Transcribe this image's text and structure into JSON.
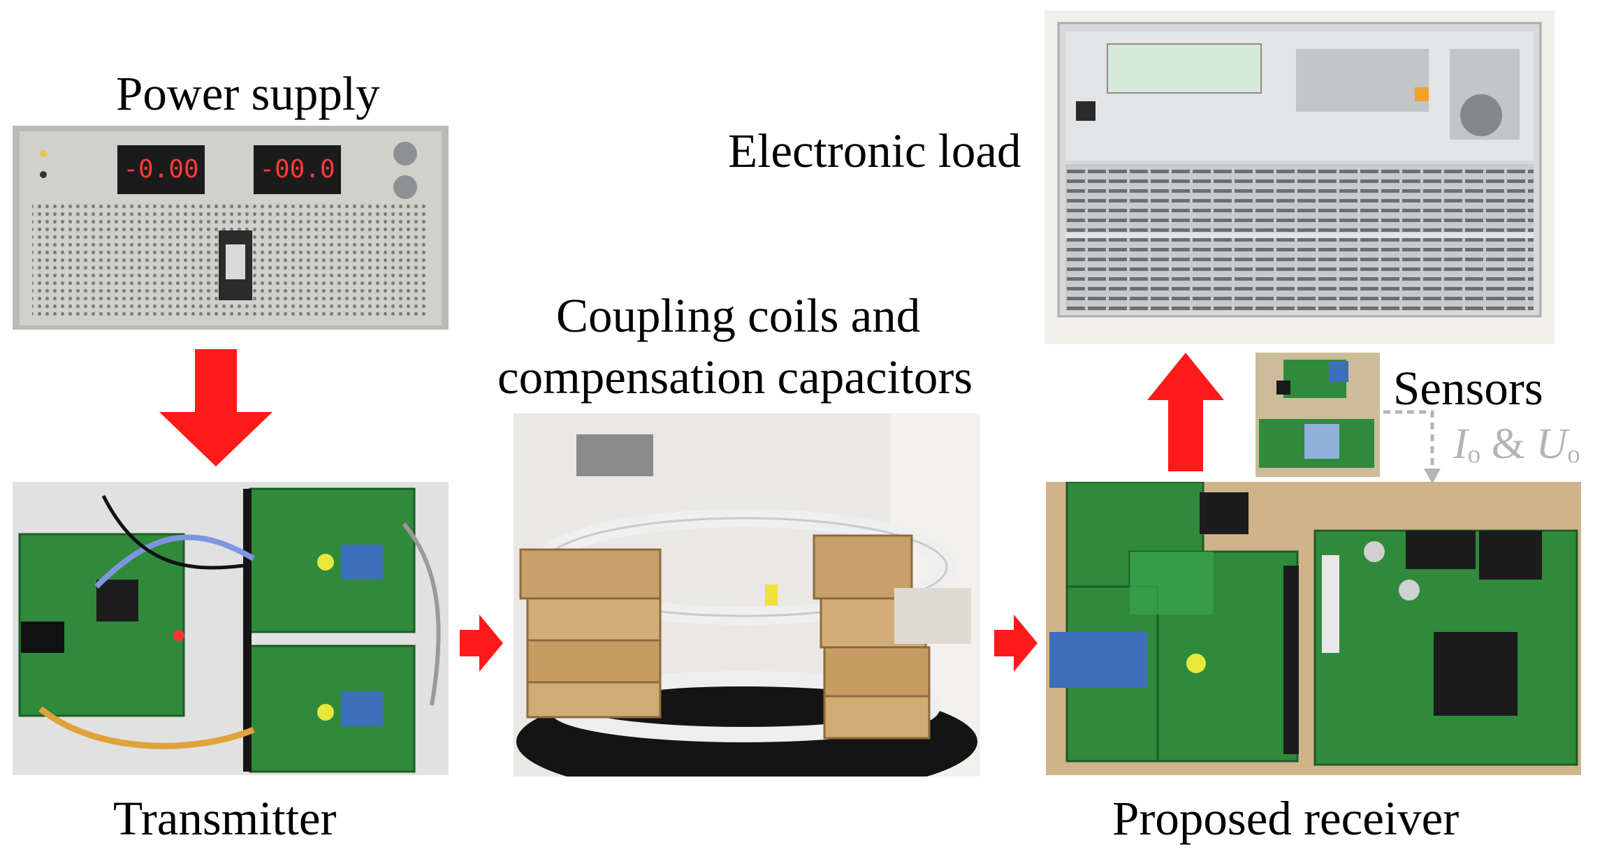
{
  "labels": {
    "power_supply": "Power supply",
    "transmitter": "Transmitter",
    "coupling_line1": "Coupling coils and",
    "coupling_line2": "compensation capacitors",
    "electronic_load": "Electronic load",
    "sensors": "Sensors",
    "receiver": "Proposed receiver"
  },
  "signal": {
    "I": "I",
    "I_sub": "o",
    "amp": " & ",
    "U": "U",
    "U_sub": "o"
  },
  "displays": {
    "left": "-0.00",
    "right": "-00.0"
  },
  "colors": {
    "arrow": "#ff1a1a",
    "signal": "#b5b5b5",
    "pcb": "#2f8a3c"
  }
}
